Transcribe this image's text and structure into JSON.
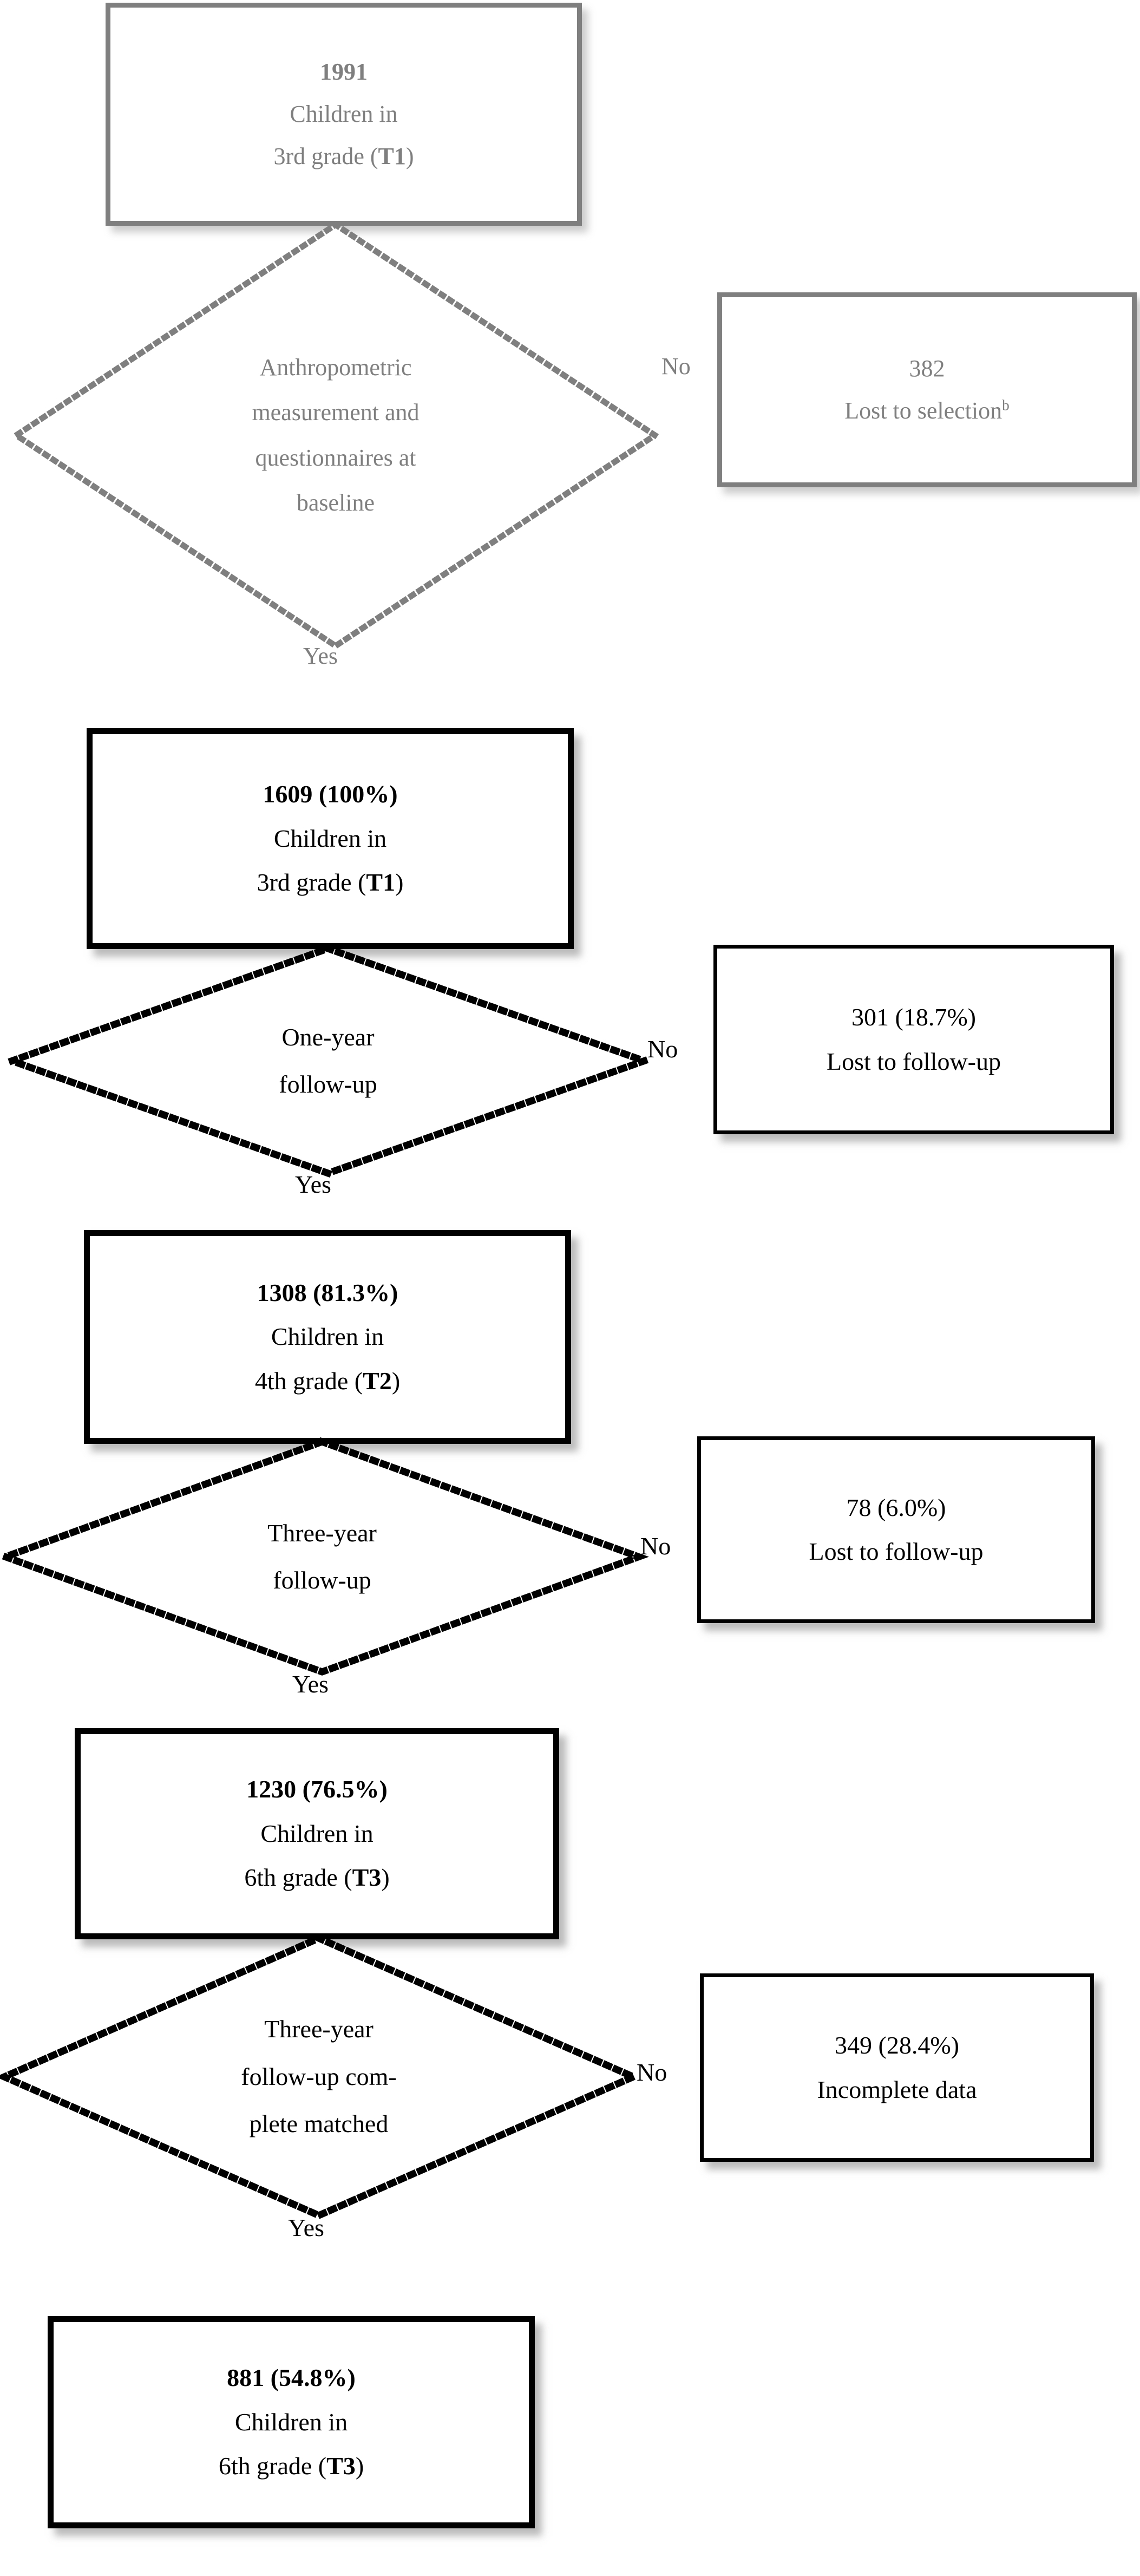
{
  "figure": {
    "type": "flowchart",
    "description": "Participant flow diagram of a longitudinal school cohort study"
  },
  "colors": {
    "gray": "#7f7f7f",
    "black": "#000000",
    "background": "#ffffff"
  },
  "nodes": {
    "baseline_total": {
      "count": "1991",
      "line2": "Children in",
      "line3_prefix": "3rd grade (",
      "line3_tag": "T1",
      "line3_suffix": ")"
    },
    "lost_selection": {
      "count": "382",
      "label": "Lost to selection",
      "superscript": "b"
    },
    "t1_cohort": {
      "count": "1609 (100%)",
      "line2": "Children in",
      "line3_prefix": "3rd grade (",
      "line3_tag": "T1",
      "line3_suffix": ")"
    },
    "lost_followup_1": {
      "count": "301 (18.7%)",
      "label": "Lost to follow-up"
    },
    "t2_cohort": {
      "count": "1308 (81.3%)",
      "line2": "Children in",
      "line3_prefix": "4th grade (",
      "line3_tag": "T2",
      "line3_suffix": ")"
    },
    "lost_followup_2": {
      "count": "78 (6.0%)",
      "label": "Lost to follow-up"
    },
    "t3_cohort": {
      "count": "1230 (76.5%)",
      "line2": "Children in",
      "line3_prefix": "6th grade (",
      "line3_tag": "T3",
      "line3_suffix": ")"
    },
    "incomplete_data": {
      "count": "349 (28.4%)",
      "label": "Incomplete data"
    },
    "t3_matched": {
      "count": "881 (54.8%)",
      "line2": "Children in",
      "line3_prefix": "6th grade (",
      "line3_tag": "T3",
      "line3_suffix": ")"
    }
  },
  "decisions": {
    "baseline_assessment": {
      "lines": [
        "Anthropometric",
        "measurement and",
        "questionnaires at",
        "baseline"
      ],
      "yes": "Yes",
      "no": "No"
    },
    "one_year": {
      "lines": [
        "One-year",
        "follow-up"
      ],
      "yes": "Yes",
      "no": "No"
    },
    "three_year_a": {
      "lines": [
        "Three-year",
        "follow-up"
      ],
      "yes": "Yes",
      "no": "No"
    },
    "three_year_matched": {
      "lines": [
        "Three-year",
        "follow-up com-",
        "plete matched"
      ],
      "yes": "Yes",
      "no": "No"
    }
  }
}
